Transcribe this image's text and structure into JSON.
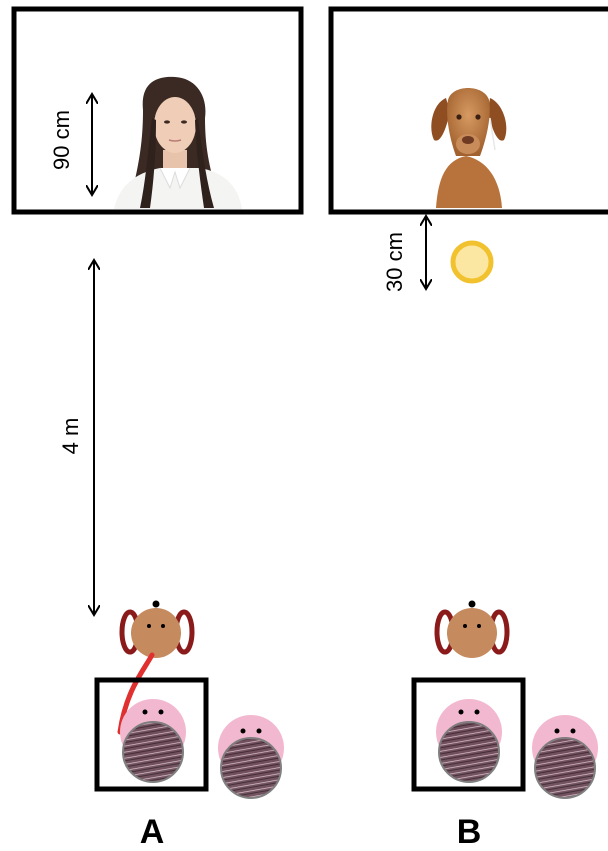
{
  "panels": [
    {
      "label": "A",
      "screen_subject": "woman-photo"
    },
    {
      "label": "B",
      "screen_subject": "dog-photo"
    }
  ],
  "labels": {
    "screen_height": "90 cm",
    "target_distance": "30 cm",
    "viewing_distance": "4 m"
  },
  "colors": {
    "frame": "#000000",
    "dog_body": "#c58a5e",
    "dog_ears": "#8b1a1a",
    "leash": "#e03030",
    "person_head": "#f2b8cf",
    "target_fill": "#fbe7a1",
    "target_stroke": "#f2c12e"
  }
}
